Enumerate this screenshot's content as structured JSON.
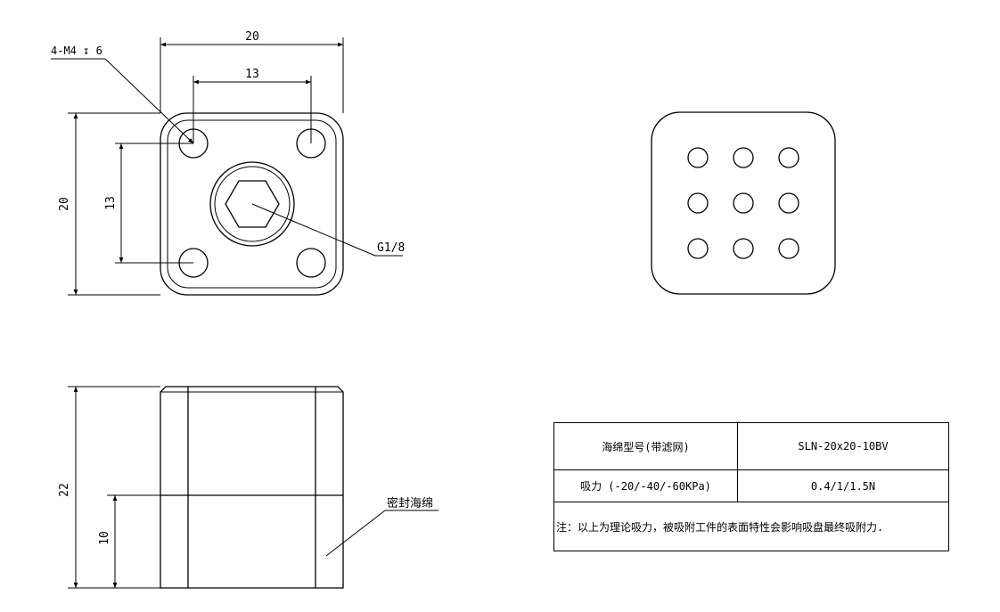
{
  "top_view": {
    "overall_width": "20",
    "hole_spacing_h": "13",
    "overall_height": "20",
    "hole_spacing_v": "13",
    "hole_callout": "4-M4",
    "hole_callout_depth_symbol": "↧",
    "hole_callout_depth": "6",
    "port_label": "G1/8"
  },
  "side_view": {
    "total_height": "22",
    "sponge_height": "10",
    "sponge_label": "密封海绵"
  },
  "bottom_view": {
    "hole_rows": 3,
    "hole_cols": 3
  },
  "spec_table": {
    "model_label": "海绵型号(带滤网)",
    "model_value": "SLN-20x20-10BV",
    "suction_label": "吸力 (-20/-40/-60KPa)",
    "suction_value": "0.4/1/1.5N",
    "note": "注：以上为理论吸力，被吸附工件的表面特性会影响吸盘最终吸附力."
  }
}
